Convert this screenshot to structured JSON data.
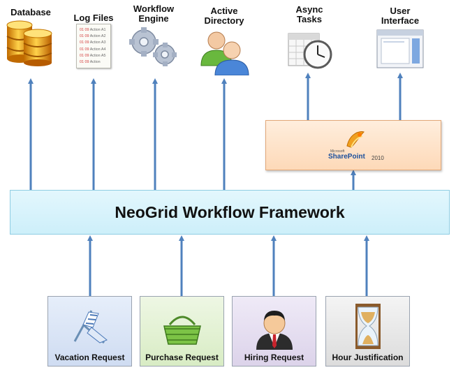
{
  "top_nodes": [
    {
      "id": "database",
      "label": "Database",
      "icon": "database-icon"
    },
    {
      "id": "log-files",
      "label": "Log Files",
      "icon": "log-file-icon"
    },
    {
      "id": "workflow-engine",
      "label": "Workflow\nEngine",
      "icon": "gears-icon"
    },
    {
      "id": "active-directory",
      "label": "Active\nDirectory",
      "icon": "users-icon"
    },
    {
      "id": "async-tasks",
      "label": "Async\nTasks",
      "icon": "calendar-clock-icon"
    },
    {
      "id": "user-interface",
      "label": "User\nInterface",
      "icon": "window-icon"
    }
  ],
  "log_lines": [
    "01 09 Action A1",
    "01 09 Action A2",
    "01 09 Action A3",
    "01 09 Action A4",
    "01 09 Action A5",
    "01 09 Action"
  ],
  "sharepoint": {
    "vendor": "Microsoft",
    "name": "SharePoint",
    "version": "2010"
  },
  "framework": {
    "title": "NeoGrid Workflow Framework"
  },
  "requests": [
    {
      "id": "vacation-request",
      "label": "Vacation Request",
      "icon": "beach-chair-icon",
      "color": "#d9e6f7"
    },
    {
      "id": "purchase-request",
      "label": "Purchase Request",
      "icon": "shopping-basket-icon",
      "color": "#e5f2d6"
    },
    {
      "id": "hiring-request",
      "label": "Hiring Request",
      "icon": "businessman-icon",
      "color": "#e6e0f0"
    },
    {
      "id": "hour-justification",
      "label": "Hour Justification",
      "icon": "hourglass-icon",
      "color": "#ececec"
    }
  ],
  "colors": {
    "arrow": "#4f81bd",
    "framework_fill": "#d6f3fb",
    "sharepoint_fill": "#fde4cc"
  }
}
